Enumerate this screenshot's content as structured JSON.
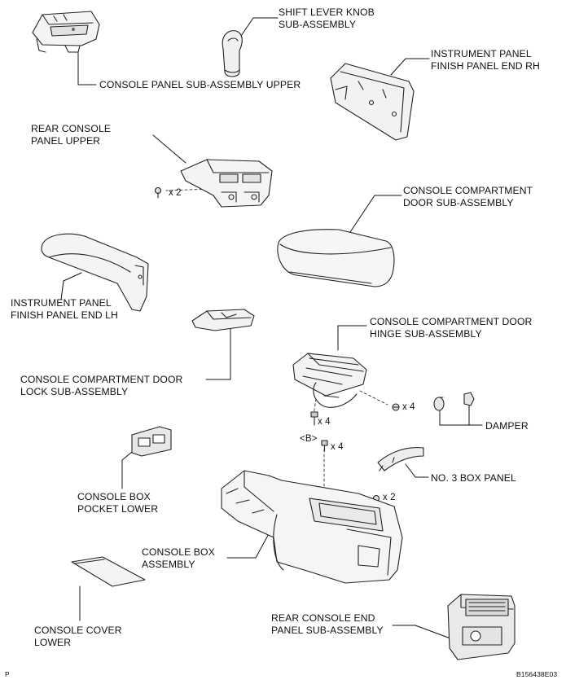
{
  "labels": {
    "shift_knob": [
      "SHIFT LEVER KNOB",
      "SUB-ASSEMBLY"
    ],
    "console_panel_upper": [
      "CONSOLE PANEL SUB-ASSEMBLY UPPER"
    ],
    "finish_panel_rh": [
      "INSTRUMENT PANEL",
      "FINISH PANEL END RH"
    ],
    "rear_console_upper": [
      "REAR CONSOLE",
      "PANEL UPPER"
    ],
    "compartment_door": [
      "CONSOLE COMPARTMENT",
      "DOOR SUB-ASSEMBLY"
    ],
    "finish_panel_lh": [
      "INSTRUMENT PANEL",
      "FINISH PANEL END LH"
    ],
    "door_hinge": [
      "CONSOLE COMPARTMENT DOOR",
      "HINGE SUB-ASSEMBLY"
    ],
    "door_lock": [
      "CONSOLE COMPARTMENT DOOR",
      "LOCK SUB-ASSEMBLY"
    ],
    "damper": [
      "DAMPER"
    ],
    "box_pocket_lower": [
      "CONSOLE BOX",
      "POCKET LOWER"
    ],
    "no3_box_panel": [
      "NO. 3 BOX PANEL"
    ],
    "box_assembly": [
      "CONSOLE BOX",
      "ASSEMBLY"
    ],
    "cover_lower": [
      "CONSOLE COVER",
      "LOWER"
    ],
    "rear_end_panel": [
      "REAR CONSOLE END",
      "PANEL SUB-ASSEMBLY"
    ]
  },
  "fasteners": {
    "rear_upper_clips": "x 2",
    "hinge_screws_right": "x 4",
    "hinge_screws_left": "x 4",
    "b_marker": "<B>",
    "b_bolts": "x 4",
    "box_clips": "x 2"
  },
  "corner_mark": "P",
  "figure_code": "B156438E03"
}
